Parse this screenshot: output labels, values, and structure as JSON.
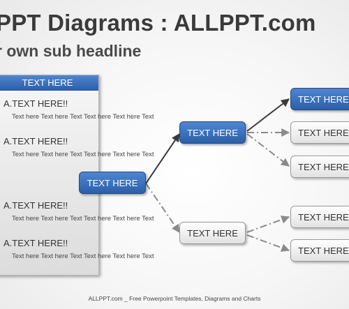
{
  "header": {
    "title": "PPT Diagrams : ALLPPT.com",
    "subtitle": "r own sub headline"
  },
  "panel": {
    "header": "TEXT HERE",
    "sections": [
      {
        "title": "A.TEXT HERE!!",
        "body": "Text here Text here Text Text here Text here Text"
      },
      {
        "title": "A.TEXT HERE!!",
        "body": "Text here Text here Text Text here Text here Text"
      },
      {
        "title": "A.TEXT HERE!!",
        "body": "Text here Text here Text Text here Text here Text"
      },
      {
        "title": "A.TEXT HERE!!",
        "body": "Text here Text here Text Text here Text here Text"
      }
    ]
  },
  "diagram": {
    "root": "TEXT HERE",
    "mid_top": "TEXT HERE",
    "mid_bottom": "TEXT HERE",
    "leaves": [
      "TEXT HERE",
      "TEXT HERE",
      "TEXT HERE",
      "TEXT HERE",
      "TEXT HERE"
    ]
  },
  "colors": {
    "accent_blue": "#2c5fa8",
    "line_dark": "#3a3a3a",
    "line_gray": "#8a8a8a"
  },
  "footer": "ALLPPT.com _ Free Powerpoint Templates, Diagrams and Charts"
}
